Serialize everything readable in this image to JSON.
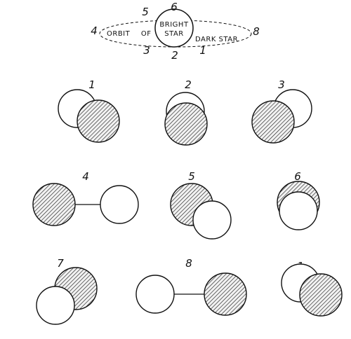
{
  "orbit_diagram": {
    "center_label": [
      "BRIGHT",
      "STAR"
    ],
    "left_label": "ORBIT OF",
    "right_label": "DARK STAR",
    "positions": [
      "1",
      "2",
      "3",
      "4",
      "5",
      "6",
      "8"
    ]
  },
  "phases": [
    {
      "label": "1"
    },
    {
      "label": "2"
    },
    {
      "label": "3"
    },
    {
      "label": "4"
    },
    {
      "label": "5"
    },
    {
      "label": "6"
    },
    {
      "label": "7"
    },
    {
      "label": "8"
    },
    {
      "label": "1"
    }
  ],
  "colors": {
    "line": "#111111",
    "hatch": "#222222",
    "background": "#ffffff"
  }
}
